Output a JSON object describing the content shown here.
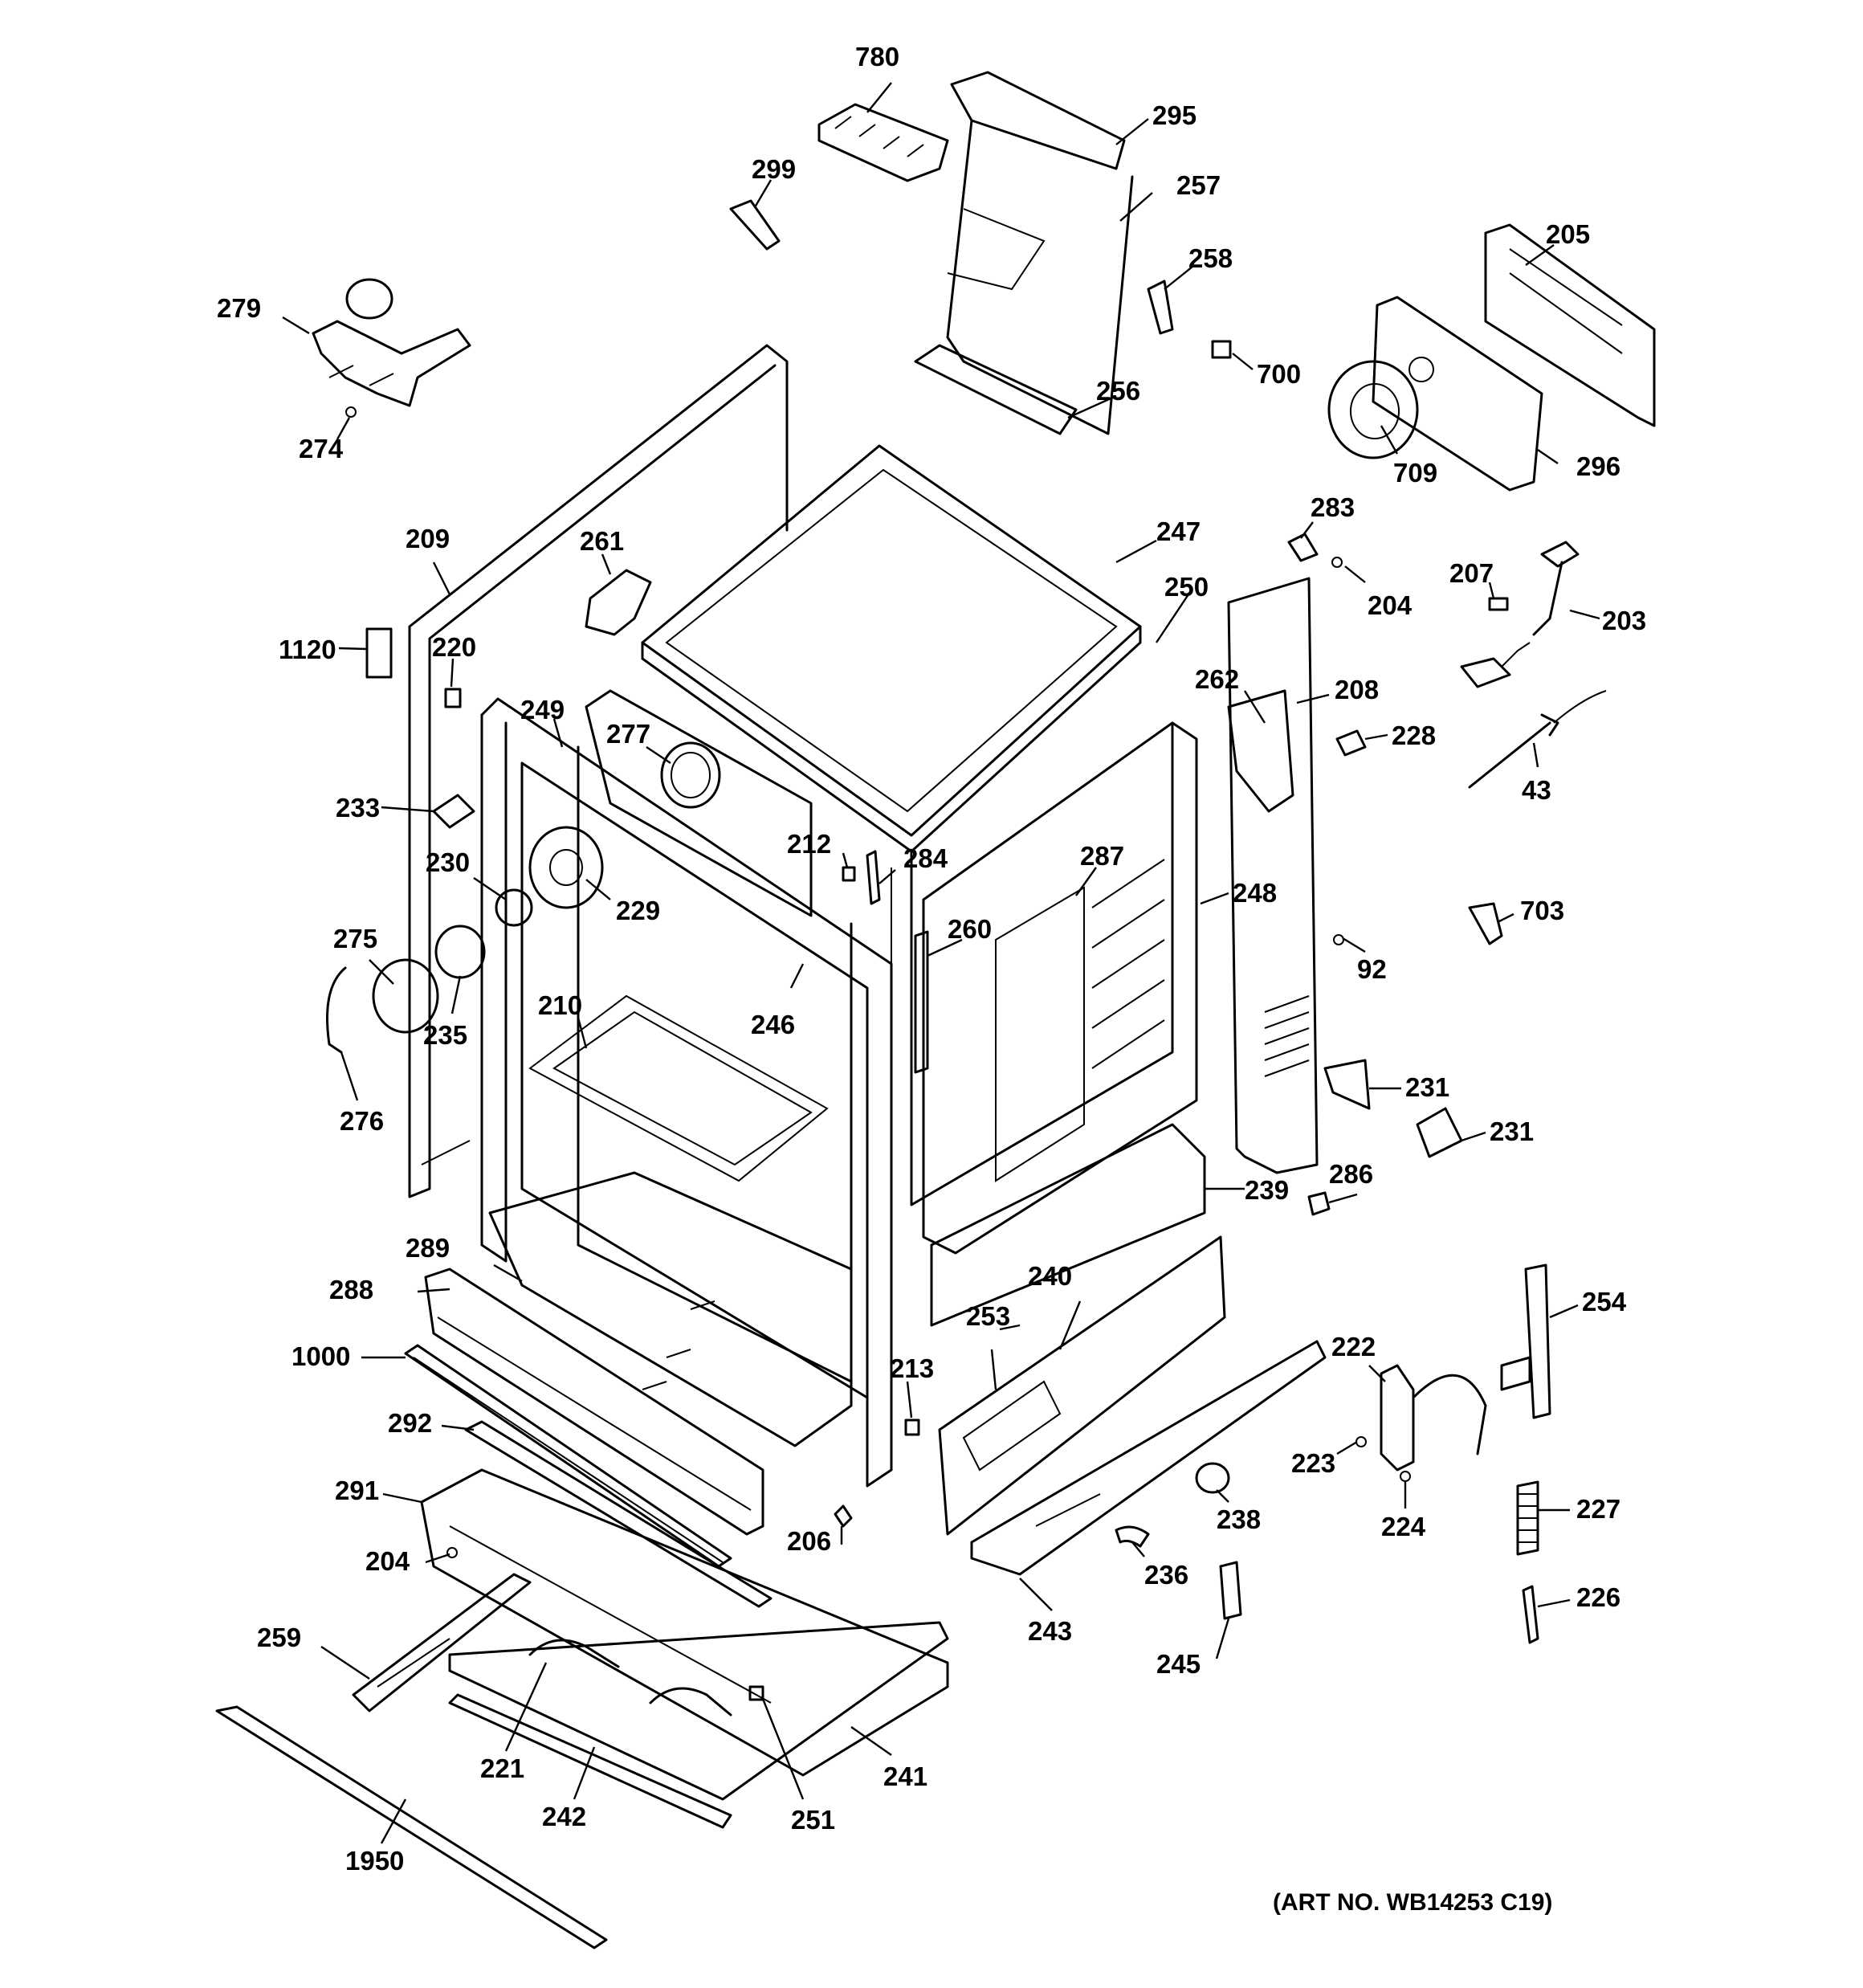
{
  "diagram": {
    "art_number": "(ART NO. WB14253 C19)",
    "callouts": [
      "780",
      "295",
      "299",
      "257",
      "258",
      "700",
      "205",
      "279",
      "274",
      "256",
      "709",
      "296",
      "209",
      "261",
      "247",
      "283",
      "204",
      "250",
      "207",
      "203",
      "1120",
      "220",
      "262",
      "208",
      "228",
      "249",
      "277",
      "43",
      "233",
      "212",
      "284",
      "287",
      "248",
      "230",
      "229",
      "260",
      "703",
      "275",
      "92",
      "210",
      "246",
      "235",
      "231",
      "276",
      "286",
      "239",
      "289",
      "240",
      "288",
      "253",
      "254",
      "222",
      "1000",
      "213",
      "292",
      "223",
      "224",
      "227",
      "238",
      "291",
      "206",
      "204",
      "236",
      "243",
      "226",
      "259",
      "245",
      "221",
      "241",
      "242",
      "251",
      "1950"
    ]
  }
}
